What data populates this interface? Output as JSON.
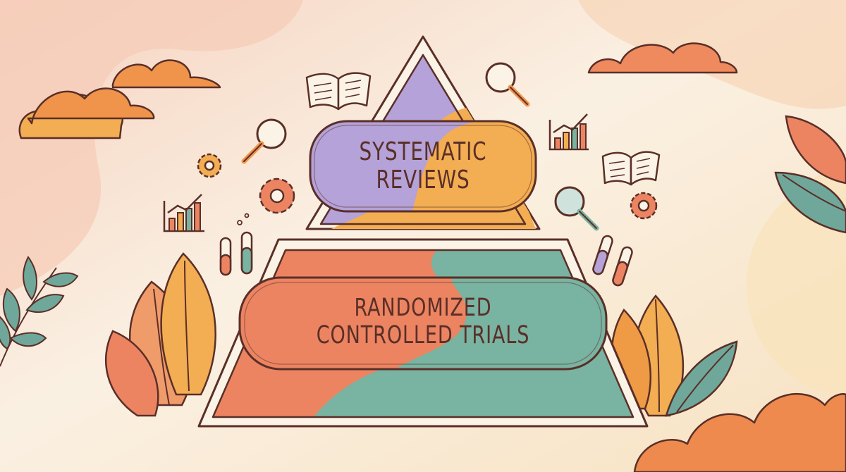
{
  "diagram": {
    "type": "pyramid",
    "tiers": [
      {
        "id": "top",
        "lines": [
          "SYSTEMATIC",
          "REVIEWS"
        ]
      },
      {
        "id": "bottom",
        "lines": [
          "RANDOMIZED",
          "CONTROLLED TRIALS"
        ]
      }
    ]
  },
  "colors": {
    "background": "#f8ebd9",
    "outline": "#5a2f28",
    "purple": "#b4a2d8",
    "orange": "#f3ad52",
    "coral": "#ec8462",
    "teal": "#79b3a1",
    "cloud_orange": "#f0944b",
    "leaf_orange": "#ef9a45",
    "leaf_teal": "#6fa89a"
  },
  "icons": [
    "open-book-icon",
    "magnifying-glass-icon",
    "gear-icon",
    "bar-chart-icon",
    "test-tubes-icon",
    "cloud-icon",
    "leaf-icon"
  ]
}
